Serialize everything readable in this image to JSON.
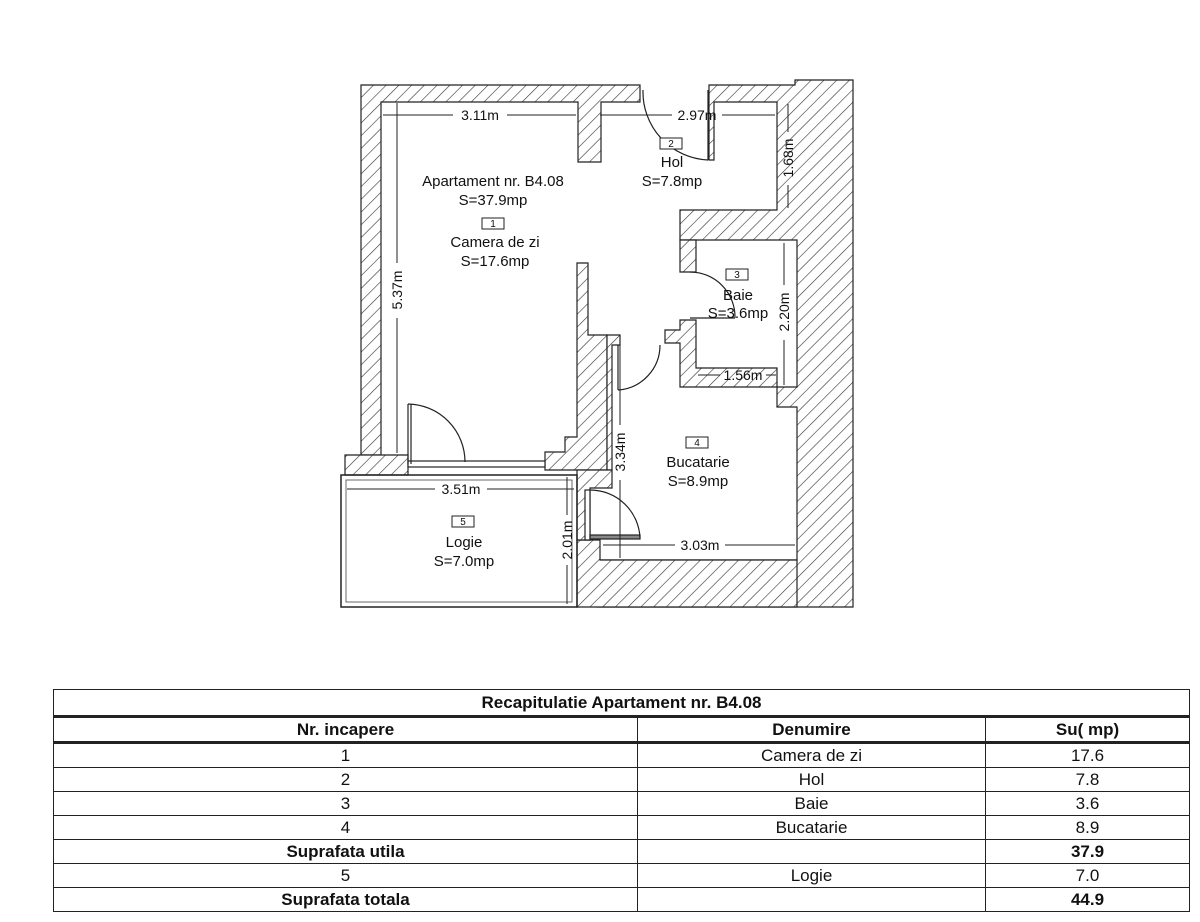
{
  "plan": {
    "apartment_label": "Apartament nr. B4.08",
    "apartment_area": "S=37.9mp",
    "rooms": [
      {
        "nr": "1",
        "name": "Camera de zi",
        "area": "S=17.6mp"
      },
      {
        "nr": "2",
        "name": "Hol",
        "area": "S=7.8mp"
      },
      {
        "nr": "3",
        "name": "Baie",
        "area": "S=3.6mp"
      },
      {
        "nr": "4",
        "name": "Bucatarie",
        "area": "S=8.9mp"
      },
      {
        "nr": "5",
        "name": "Logie",
        "area": "S=7.0mp"
      }
    ],
    "dimensions": {
      "camera_width": "3.11m",
      "camera_height": "5.37m",
      "hol_width": "2.97m",
      "hol_height": "1.68m",
      "baie_height": "2.20m",
      "baie_width": "1.56m",
      "bucatarie_height": "3.34m",
      "bucatarie_width": "3.03m",
      "logie_width": "3.51m",
      "logie_height": "2.01m"
    }
  },
  "table": {
    "title": "Recapitulatie Apartament nr. B4.08",
    "headers": [
      "Nr. incapere",
      "Denumire",
      "Su( mp)"
    ],
    "rows": [
      {
        "nr": "1",
        "name": "Camera de zi",
        "su": "17.6",
        "bold": false
      },
      {
        "nr": "2",
        "name": "Hol",
        "su": "7.8",
        "bold": false
      },
      {
        "nr": "3",
        "name": "Baie",
        "su": "3.6",
        "bold": false
      },
      {
        "nr": "4",
        "name": "Bucatarie",
        "su": "8.9",
        "bold": false
      },
      {
        "nr": "Suprafata utila",
        "name": "",
        "su": "37.9",
        "bold": true
      },
      {
        "nr": "5",
        "name": "Logie",
        "su": "7.0",
        "bold": false
      },
      {
        "nr": "Suprafata totala",
        "name": "",
        "su": "44.9",
        "bold": true
      }
    ]
  }
}
